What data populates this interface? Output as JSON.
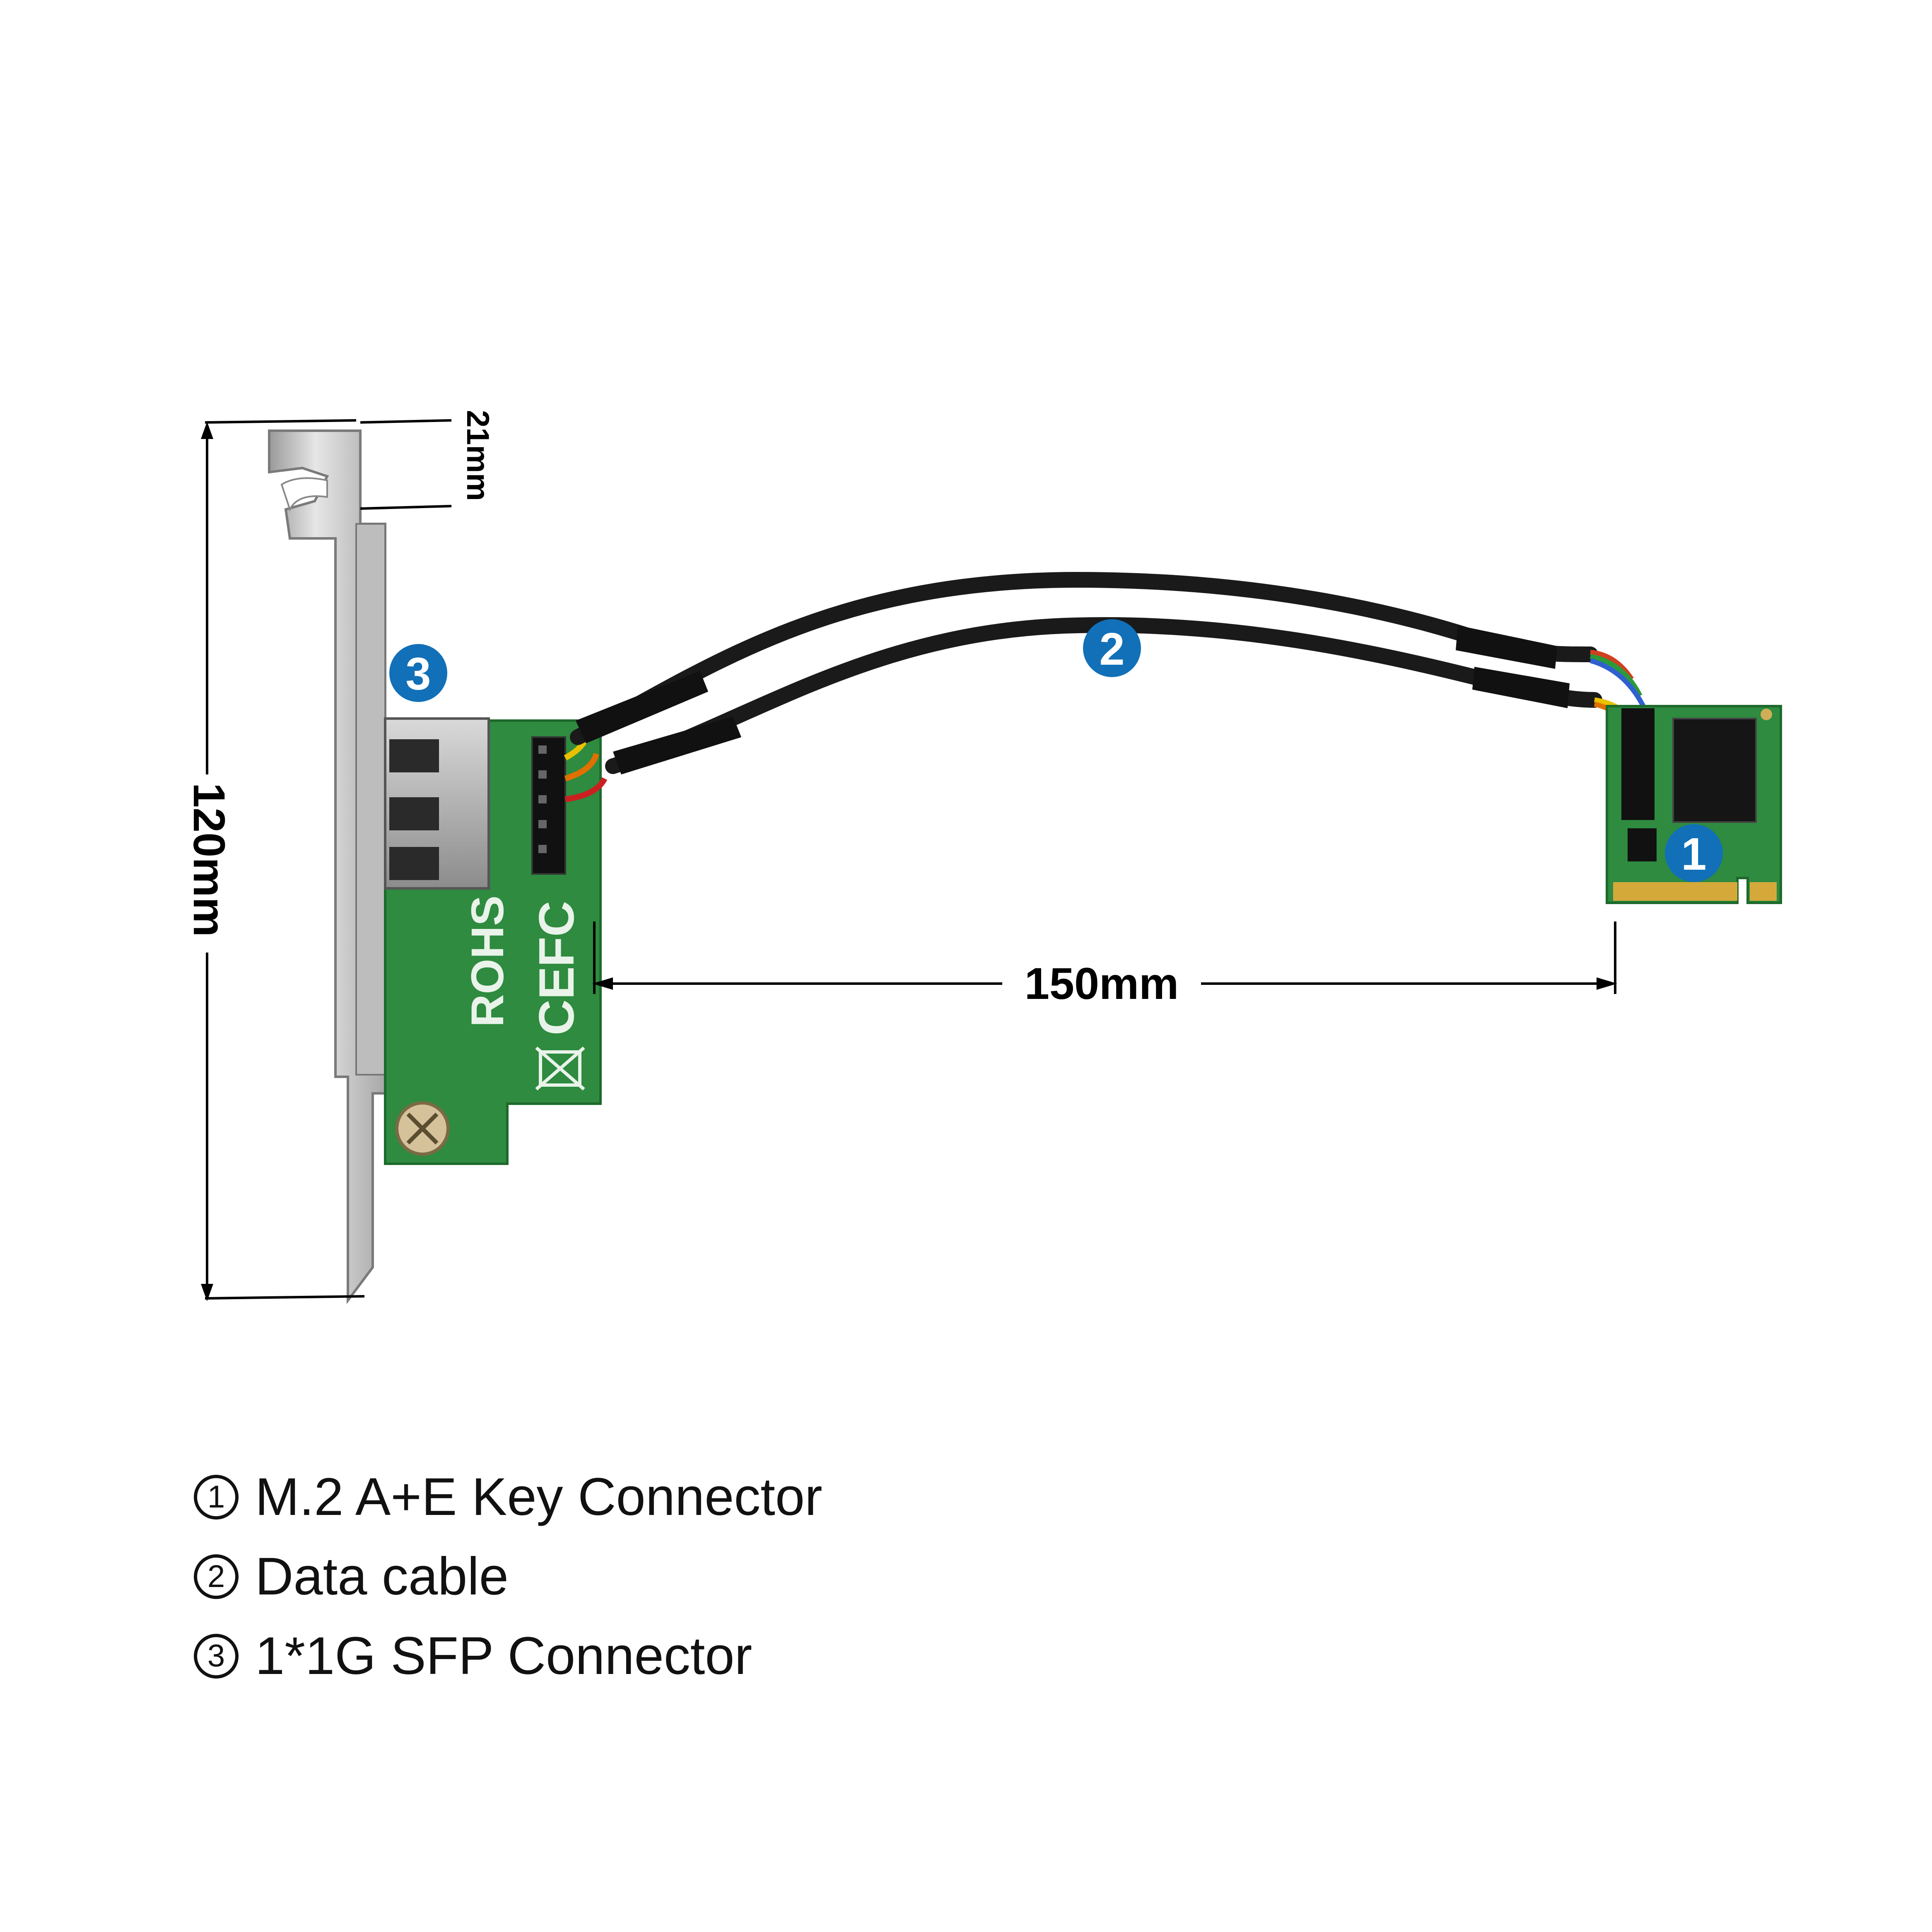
{
  "dimensions": {
    "height_total": "120mm",
    "bracket_tab": "21mm",
    "cable_length": "150mm"
  },
  "callouts": {
    "one": "1",
    "two": "2",
    "three": "3"
  },
  "board_markings": {
    "rohs": "ROHS",
    "ce": "CE",
    "fc": "FC"
  },
  "legend": [
    {
      "num": "1",
      "text": "M.2 A+E Key Connector"
    },
    {
      "num": "2",
      "text": "Data cable"
    },
    {
      "num": "3",
      "text": "1*1G SFP Connector"
    }
  ],
  "colors": {
    "badge": "#1170b8",
    "pcb": "#2e8b3f",
    "cable": "#1a1a1a",
    "bracket": "#c8c8c8"
  }
}
